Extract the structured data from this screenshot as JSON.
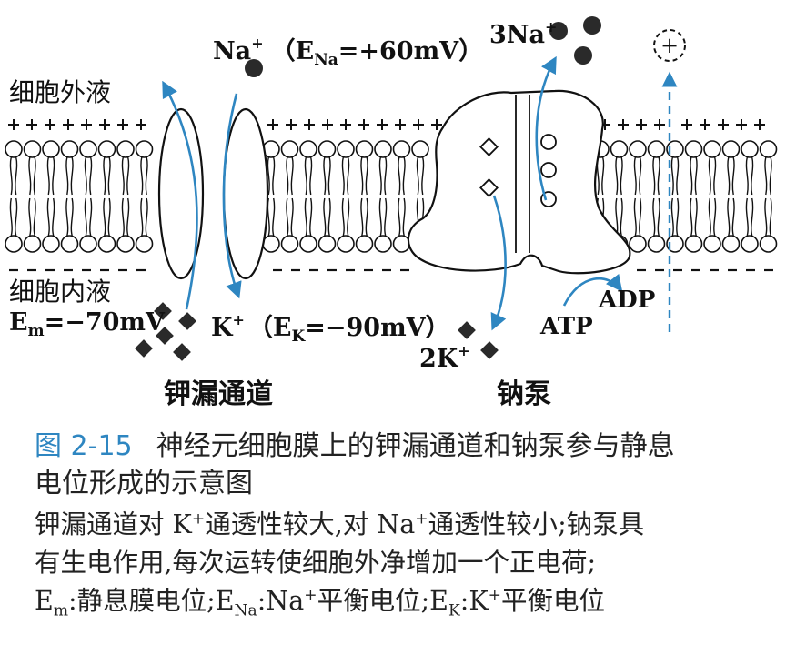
{
  "labels": {
    "extracellular": "细胞外液",
    "intracellular": "细胞内液",
    "em_prefix": "E",
    "em_sub": "m",
    "em_value": "=−70mV",
    "na_ion": "Na",
    "na_sup": "+",
    "ena_open": "（E",
    "ena_sub": "Na",
    "ena_value": "=+60mV）",
    "k_ion": "K",
    "k_sup": "+",
    "ek_open": "（E",
    "ek_sub": "K",
    "ek_value": "=−90mV）",
    "three_na": "3Na",
    "three_na_sup": "+",
    "two_k": "2K",
    "two_k_sup": "+",
    "atp": "ATP",
    "adp": "ADP",
    "plus": "+",
    "leak_channel": "钾漏通道",
    "sodium_pump": "钠泵"
  },
  "caption": {
    "number": "图 2-15",
    "title_line1": "神经元细胞膜上的钾漏通道和钠泵参与静息",
    "title_line2": "电位形成的示意图"
  },
  "notes": {
    "n1_a": "钾漏通道对 K",
    "n1_sup1": "+",
    "n1_b": "通透性较大,对 Na",
    "n1_sup2": "+",
    "n1_c": "通透性较小;钠泵具",
    "n2": "有生电作用,每次运转使细胞外净增加一个正电荷;",
    "n3_a": "E",
    "n3_sub1": "m",
    "n3_b": ":静息膜电位;E",
    "n3_sub2": "Na",
    "n3_c": ":Na",
    "n3_sup1": "+",
    "n3_d": "平衡电位;E",
    "n3_sub3": "K",
    "n3_e": ":K",
    "n3_sup2": "+",
    "n3_f": "平衡电位"
  },
  "colors": {
    "accent_blue": "#2e86c1",
    "ink": "#1a1a1a"
  }
}
